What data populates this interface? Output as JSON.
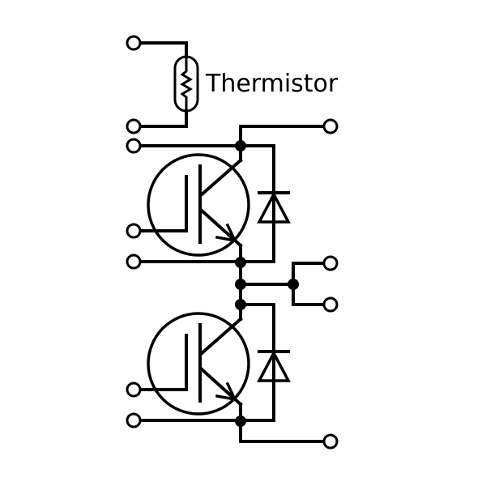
{
  "diagram": {
    "thermistor_label": "Thermistor",
    "components": [
      "thermistor",
      "igbt-upper",
      "diode-upper",
      "igbt-lower",
      "diode-lower"
    ]
  }
}
